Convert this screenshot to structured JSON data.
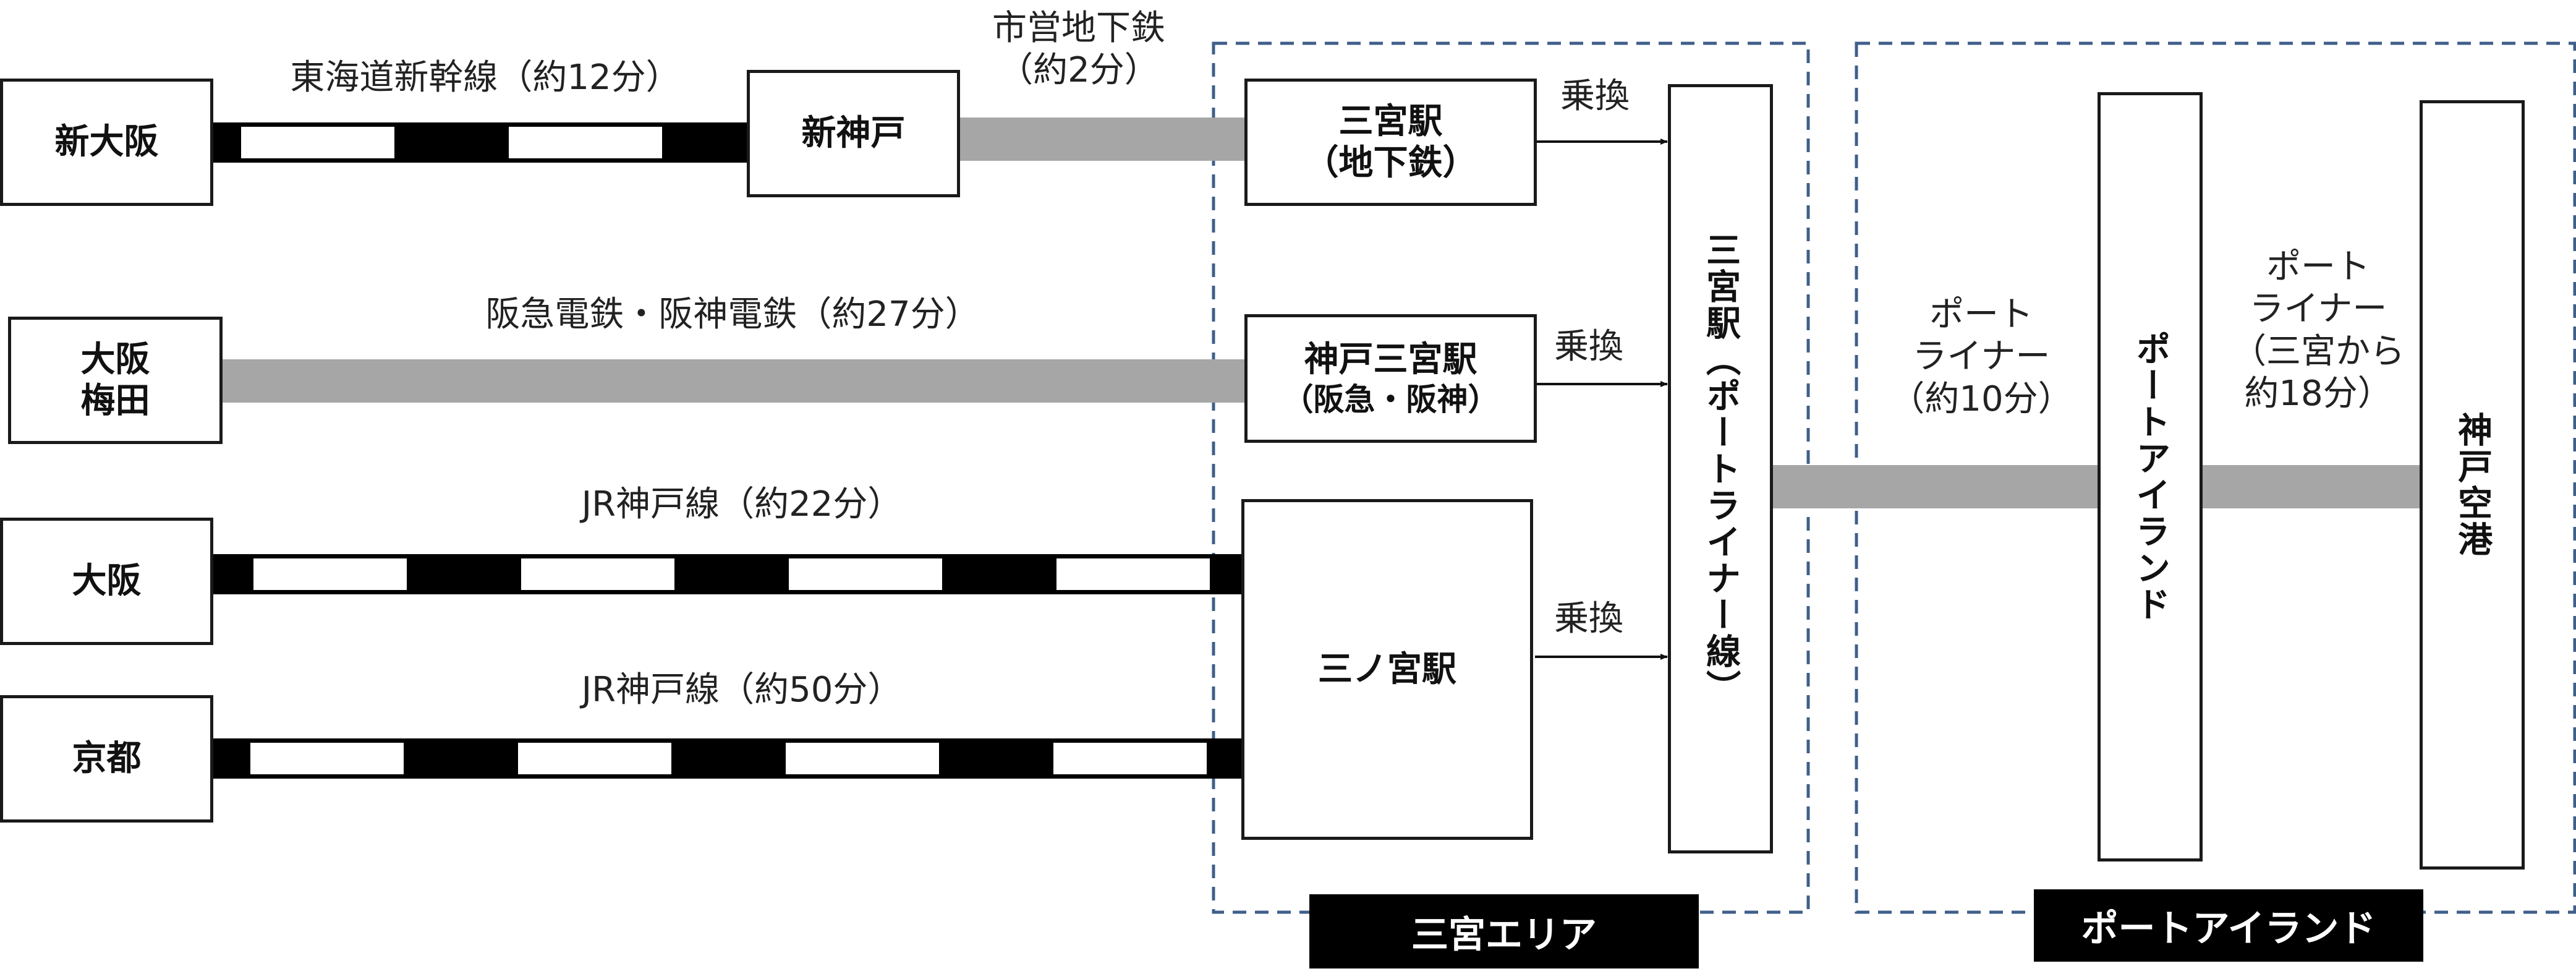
{
  "stations": {
    "shin_osaka": "新大阪",
    "shin_kobe": "新神戸",
    "osaka_umeda": "大阪\n梅田",
    "osaka": "大阪",
    "kyoto": "京都",
    "sannomiya_subway_line1": "三宮駅",
    "sannomiya_subway_line2": "（地下鉄）",
    "kobe_sannomiya_line1": "神戸三宮駅",
    "kobe_sannomiya_line2": "（阪急・阪神）",
    "sannomiya_jr": "三ノ宮駅",
    "sannomiya_portliner": "三宮駅（ポートライナー線）",
    "port_island": "ポートアイランド",
    "kobe_airport": "神戸空港"
  },
  "lines": {
    "shinkansen": "東海道新幹線（約12分）",
    "subway": "市営地下鉄\n（約2分）",
    "hankyu_hanshin": "阪急電鉄・阪神電鉄（約27分）",
    "jr_osaka": "JR神戸線（約22分）",
    "jr_kyoto": "JR神戸線（約50分）",
    "transfer1": "乗換",
    "transfer2": "乗換",
    "transfer3": "乗換",
    "portliner1": "ポート\nライナー\n（約10分）",
    "portliner2": "ポート\nライナー\n（三宮から\n約18分）"
  },
  "areas": {
    "sannomiya": "三宮エリア",
    "port_island": "ポートアイランド"
  },
  "colors": {
    "gray_line": "#a6a6a6",
    "dash_border": "#3f5f8a",
    "rail_black": "#000000"
  }
}
